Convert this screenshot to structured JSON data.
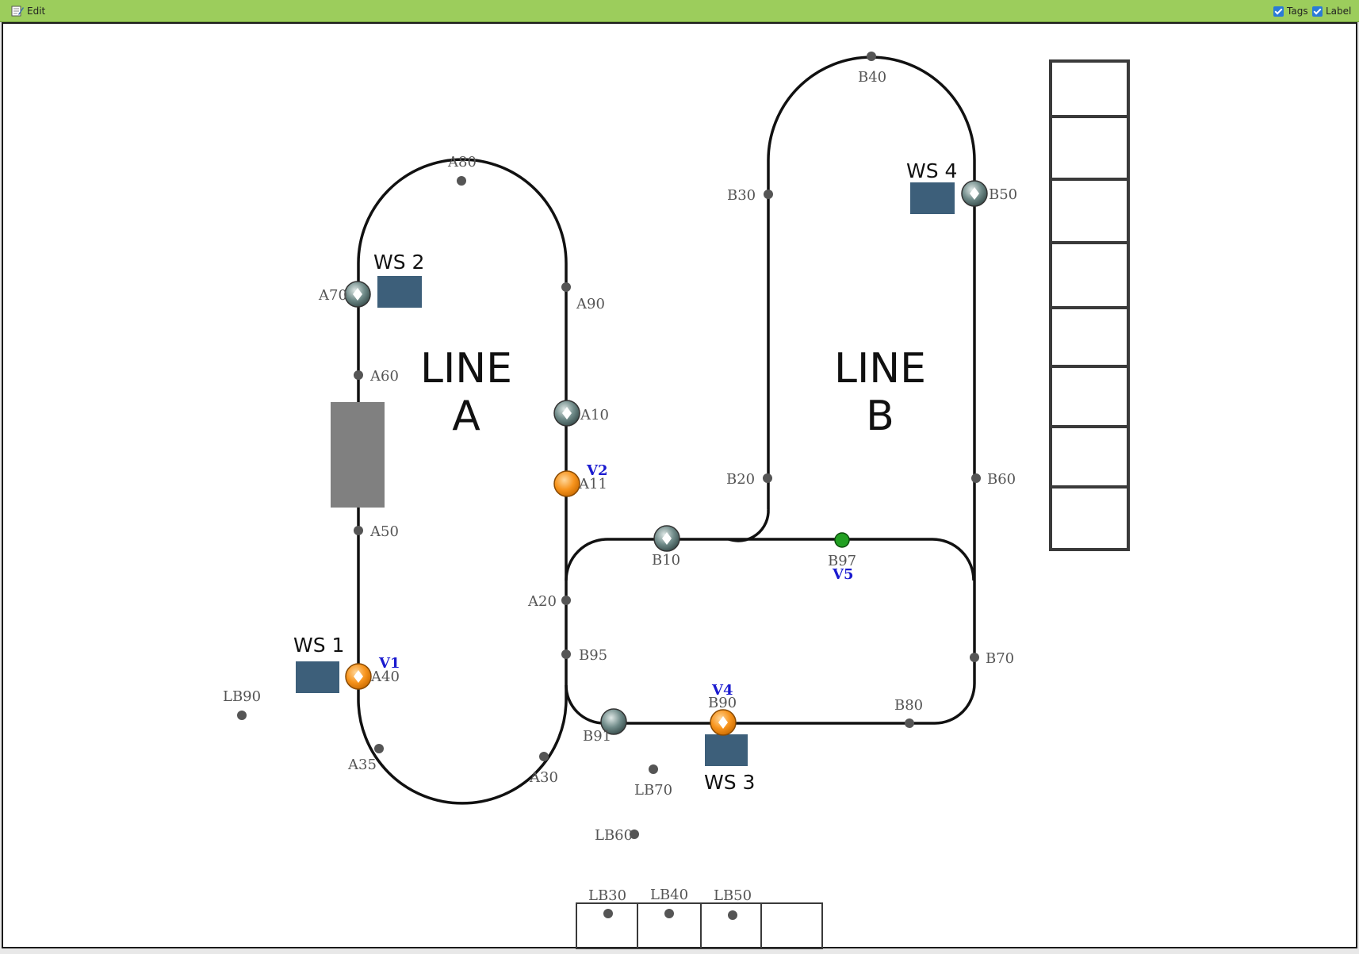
{
  "toolbar": {
    "edit_label": "Edit",
    "tags_label": "Tags",
    "tags_checked": true,
    "label_label": "Label",
    "label_checked": true,
    "accent": "#9ccd5c"
  },
  "map": {
    "lines": [
      {
        "id": "line-a",
        "title_line1": "LINE",
        "title_line2": "A"
      },
      {
        "id": "line-b",
        "title_line1": "LINE",
        "title_line2": "B"
      }
    ],
    "workstations": [
      {
        "id": "ws1",
        "label": "WS 1"
      },
      {
        "id": "ws2",
        "label": "WS 2"
      },
      {
        "id": "ws3",
        "label": "WS 3"
      },
      {
        "id": "ws4",
        "label": "WS 4"
      }
    ],
    "points": {
      "a80": "A80",
      "a90": "A90",
      "a70": "A70",
      "a60": "A60",
      "a10": "A10",
      "a11": "A11",
      "a50": "A50",
      "a20": "A20",
      "b95": "B95",
      "a40": "A40",
      "a35": "A35",
      "a30": "A30",
      "b40": "B40",
      "b30": "B30",
      "b50": "B50",
      "b20": "B20",
      "b60": "B60",
      "b10": "B10",
      "b97": "B97",
      "b70": "B70",
      "b90": "B90",
      "b80": "B80",
      "b91": "B91",
      "lb90": "LB90",
      "lb70": "LB70",
      "lb60": "LB60",
      "lb30": "LB30",
      "lb40": "LB40",
      "lb50": "LB50"
    },
    "vehicles": {
      "v1": "V1",
      "v2": "V2",
      "v4": "V4",
      "v5": "V5"
    },
    "colors": {
      "workstation": "#3d5f7a",
      "buffer": "#808080",
      "vehicle_orange": "#f7941d",
      "vehicle_green": "#22a022",
      "station_gray": "#7f9695",
      "vehicle_label": "#1a1acf"
    }
  }
}
